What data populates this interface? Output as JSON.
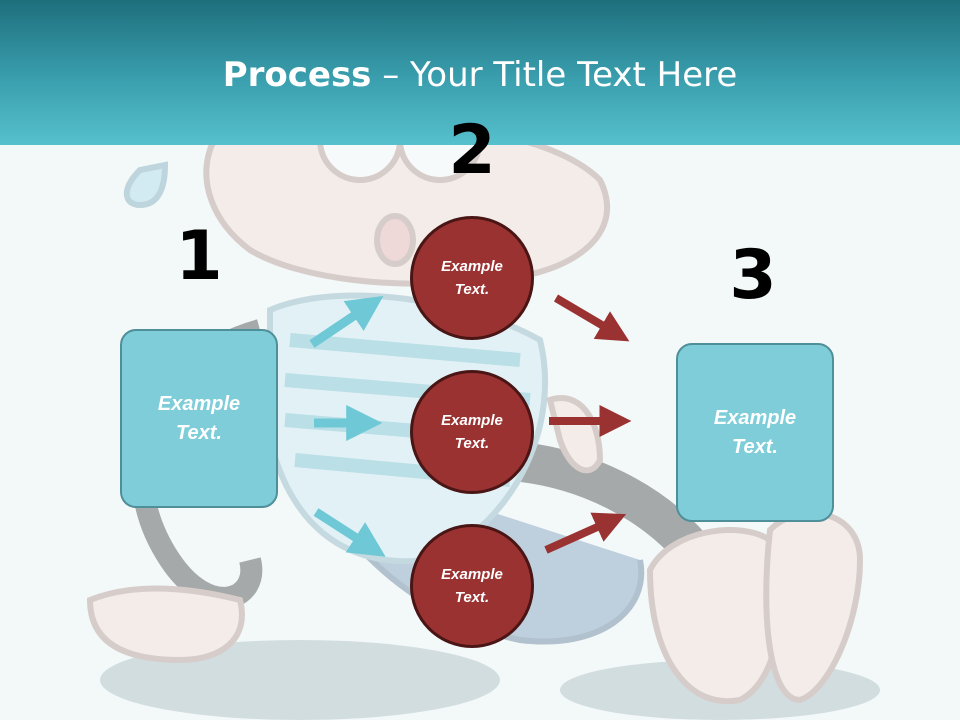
{
  "slide": {
    "title_bold": "Process",
    "title_rest": " – Your Title Text Here",
    "numbers": [
      "1",
      "2",
      "3"
    ],
    "box_left": "Example\nText.",
    "box_right": "Example\nText.",
    "circles": [
      "Example\nText.",
      "Example\nText.",
      "Example\nText."
    ]
  },
  "colors": {
    "header": "#3a9fae",
    "box_fill": "#7ecdd8",
    "circle_fill": "#9a3232",
    "arrow_blue": "#6fc8d6",
    "arrow_red": "#9a3232"
  }
}
